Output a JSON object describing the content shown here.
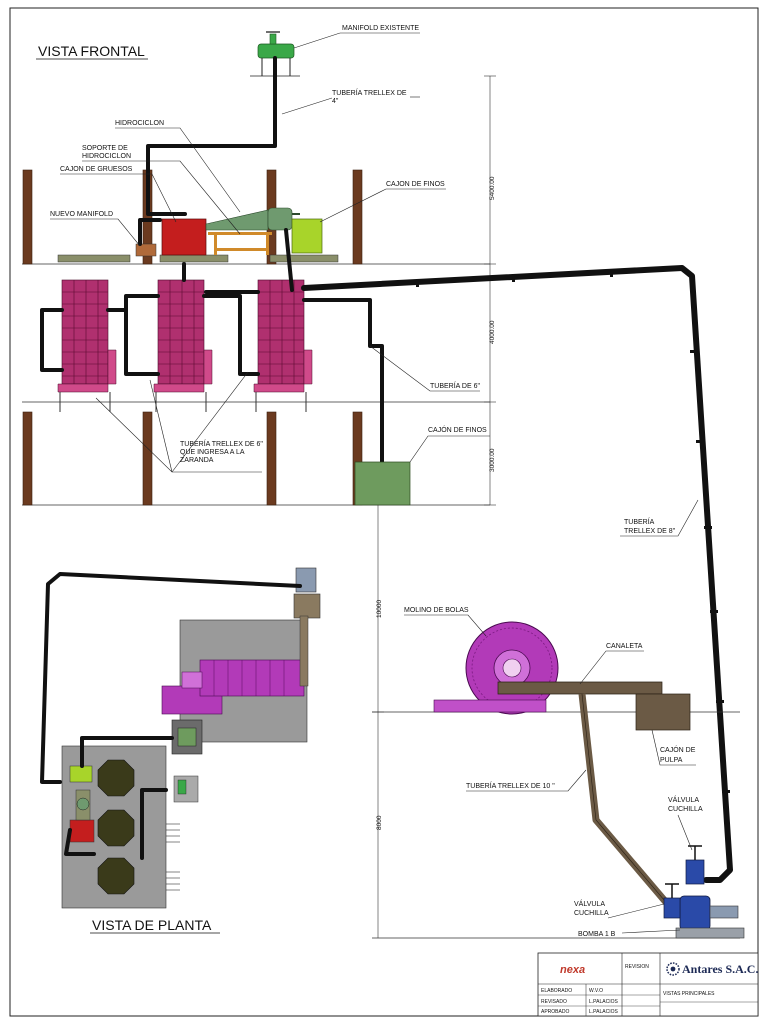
{
  "views": {
    "front_title": "VISTA FRONTAL",
    "plan_title": "VISTA DE PLANTA"
  },
  "labels": {
    "manifold_existente": "MANIFOLD EXISTENTE",
    "tuberia_trellex_4_line1": "TUBERÍA TRELLEX  DE",
    "tuberia_trellex_4_line2": "4\"",
    "hidrociclon": "HIDROCICLON",
    "soporte_line1": "SOPORTE DE",
    "soporte_line2": "HIDROCICLON",
    "cajon_gruesos": "CAJON DE GRUESOS",
    "cajon_finos_top": "CAJON DE FINOS",
    "nuevo_manifold": "NUEVO MANIFOLD",
    "tuberia_6": "TUBERÍA DE 6\"",
    "tuberia_zaranda_line1": "TUBERÍA TRELLEX DE 6\"",
    "tuberia_zaranda_line2": "QUE INGRESA A LA",
    "tuberia_zaranda_line3": "ZARANDA",
    "cajon_finos_mid": "CAJÓN DE FINOS",
    "tuberia_8_line1": "TUBERÍA",
    "tuberia_8_line2": "TRELLEX DE 8\"",
    "molino_bolas": "MOLINO DE BOLAS",
    "canaleta": "CANALETA",
    "cajon_pulpa_line1": "CAJÓN DE",
    "cajon_pulpa_line2": "PULPA",
    "tuberia_10": "TUBERÍA TRELLEX  DE  10 \"",
    "valvula_right_line1": "VÁLVULA",
    "valvula_right_line2": "CUCHILLA",
    "valvula_left_line1": "VÁLVULA",
    "valvula_left_line2": "CUCHILLA",
    "bomba": "BOMBA 1 B"
  },
  "dimensions": {
    "d5400": "5400.00",
    "d4000": "4000.00",
    "d3000": "3000.00",
    "d10000": "10000",
    "d8000": "8000"
  },
  "title_block": {
    "client_logo": "nexa",
    "revision": "REVISION",
    "company": "Antares S.A.C.",
    "rows": [
      {
        "role": "ELABORADO",
        "name": "W.V.O"
      },
      {
        "role": "REVISADO",
        "name": "L.PALACIOS"
      },
      {
        "role": "APROBADO",
        "name": "L.PALACIOS"
      }
    ],
    "drawing_title": "VISTAS PRINCIPALES"
  },
  "colors": {
    "screen_magenta": "#b0306f",
    "cajon_gruesos": "#c41e1e",
    "cajon_finos": "#a8d42a",
    "hidrociclon": "#6f9a6f",
    "molino": "#b23ab8",
    "cajon_finos_mid": "#6e9b5e",
    "canaleta": "#6b5a45",
    "bomba": "#2a4aa8",
    "post": "#6b3a1f"
  }
}
